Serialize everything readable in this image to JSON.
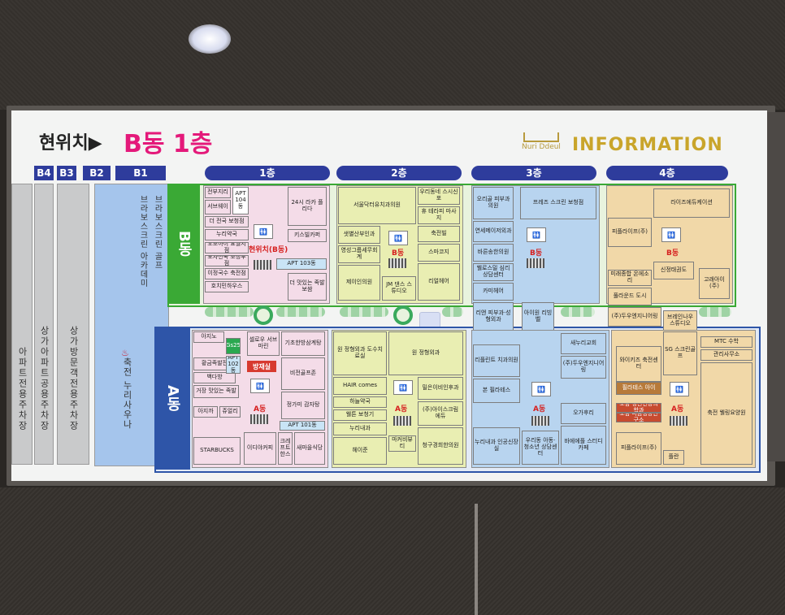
{
  "sign": {
    "current_location_label": "현위치▶",
    "current_floor": "B동 1층",
    "logo_text": "Nuri Ddeul",
    "info_title": "INFORMATION"
  },
  "levels": {
    "b4": "B4",
    "b3": "B3",
    "b2": "B2",
    "b1": "B1",
    "f1": "1층",
    "f2": "2층",
    "f3": "3층",
    "f4": "4층"
  },
  "basement": {
    "b4_text": "아파트전용주차장",
    "b3_text": "상가아파트공용주차장",
    "b2_text": "상가방문객전용주차장",
    "b1_top_a": "브라보스크린 아카데미",
    "b1_top_b": "브라보스크린 골프",
    "b1_sauna": "축전 누리사우나"
  },
  "dong": {
    "b": "B동",
    "a": "A동"
  },
  "floor1_b": [
    "전부지리",
    "APT 104동",
    "서브웨이",
    "더 전국 보청점",
    "누리약국",
    "오모아이 요월지점",
    "포차전국 보청부점",
    "이정국수 축전점",
    "호치민하우스",
    "현위치(B동)",
    "24시 라카 플리다",
    "키스빌카퍼",
    "APT 103동",
    "더 맛있는 족발 보쌈"
  ],
  "floor1_a": [
    "아지노",
    "Gs25",
    "황금족발전",
    "백다방",
    "거장 맛있는 족발",
    "APT 102동",
    "방재실",
    "아지까",
    "쥬얼리",
    "STARBUCKS",
    "셀로우 서브마린",
    "기초한방삼계탕",
    "비전골프존",
    "정가미 감자탕",
    "APT 101동",
    "이디야커피",
    "크레프트 한스",
    "새마을식당",
    "A동"
  ],
  "floor2_b": [
    "서울닥터유치과의원",
    "우리동네 스시신포",
    "휴 테라피 마사지",
    "샛별산부인과",
    "축전빌",
    "영성그룹세무회계",
    "스마코지",
    "제이인의원",
    "JM 댄스 스튜디오",
    "리얼헤어",
    "B동"
  ],
  "floor2_a": [
    "원 정형외과 도수치료실",
    "원 정형외과",
    "HAIR comes",
    "밀은이비인후과",
    "하늘약국",
    "웰튼 보청기",
    "(주)아이스크림 에듀",
    "누리내과",
    "마커비뷰티",
    "헤이준",
    "청구경희한의원",
    "A동"
  ],
  "floor3_b": [
    "오리골 피부과의원",
    "프레즈 스크린 보청점",
    "연세메이저외과",
    "바른송한의원",
    "웰로스밀 심리상담센터",
    "카미헤어",
    "리앤 피부과·성형외과",
    "아이원 리빙벨",
    "B동"
  ],
  "floor3_a": [
    "새누리교회",
    "리플린트 치과의원",
    "(주)두우엔지니어링",
    "본 필라테스",
    "오가후리",
    "누리내과 인공신장실",
    "우리동 아동·청소년 상담센터",
    "바에에플 스터디 카페",
    "A동"
  ],
  "floor4_b": [
    "라이즈에듀케이션",
    "피플라이프(주)",
    "미래종합 온에소리",
    "풀라운드 도시",
    "신정태권도",
    "고래아이(주)",
    "(주)두우엔지니어링",
    "브레인나우 스튜디오",
    "B동"
  ],
  "floor4_a": [
    "MTC 수학",
    "관리사무소",
    "와이키즈 축전센터",
    "SG 스크린골프",
    "필라테스 아이",
    "도담 정신건강의학과",
    "도담 마음성장연구소",
    "피플라이프(주)",
    "축전 웰링요양원",
    "플란",
    "A동"
  ]
}
